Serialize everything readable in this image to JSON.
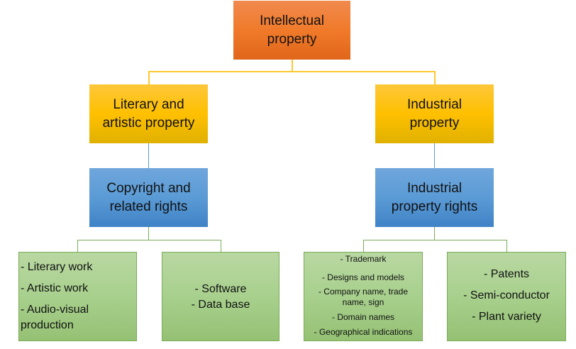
{
  "root": {
    "line1": "Intellectual",
    "line2": "property"
  },
  "level2": [
    {
      "line1": "Literary and",
      "line2": "artistic property"
    },
    {
      "line1": "Industrial",
      "line2": "property"
    }
  ],
  "level3": [
    {
      "line1": "Copyright and",
      "line2": "related rights"
    },
    {
      "line1": "Industrial",
      "line2": "property rights"
    }
  ],
  "leaves": {
    "literary": [
      "- Literary work",
      "- Artistic work",
      "- Audio-visual",
      "production"
    ],
    "software": [
      "- Software",
      "- Data base"
    ],
    "marks": [
      "- Trademark",
      "- Designs and models",
      "- Company name, trade",
      "name, sign",
      "- Domain names",
      "- Geographical indications"
    ],
    "patents": [
      "- Patents",
      "- Semi-conductor",
      "- Plant variety"
    ]
  }
}
